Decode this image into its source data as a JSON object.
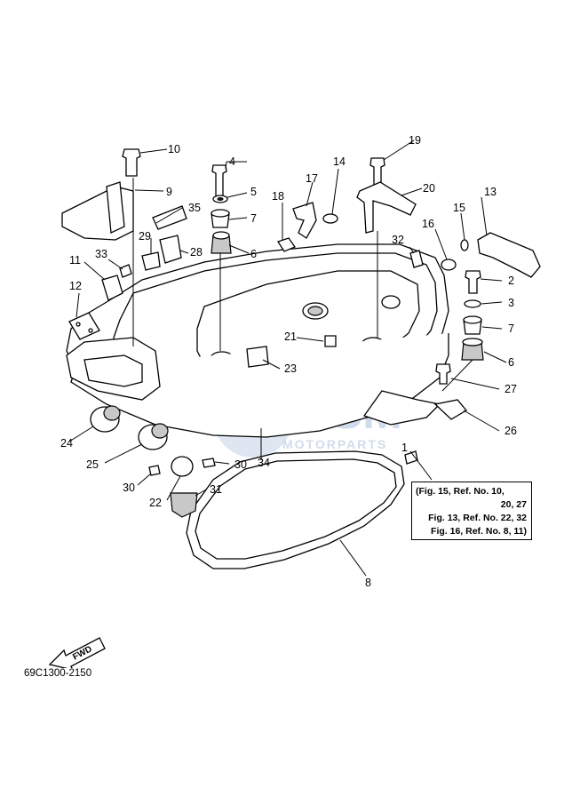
{
  "diagram": {
    "code": "69C1300-2150",
    "fwd_label": "FWD",
    "watermark": {
      "brand": "GSM",
      "sub": "MOTORPARTS"
    },
    "note_lines": [
      "(Fig. 15, Ref. No. 10,",
      "20, 27",
      "Fig. 13, Ref. No. 22, 32",
      "Fig. 16, Ref. No. 8, 11)"
    ],
    "callouts": [
      "1",
      "2",
      "3",
      "4",
      "5",
      "6",
      "6",
      "7",
      "7",
      "8",
      "9",
      "10",
      "11",
      "12",
      "13",
      "14",
      "15",
      "16",
      "17",
      "18",
      "19",
      "20",
      "21",
      "22",
      "23",
      "24",
      "25",
      "26",
      "27",
      "28",
      "29",
      "30",
      "30",
      "31",
      "32",
      "33",
      "34",
      "35"
    ]
  }
}
